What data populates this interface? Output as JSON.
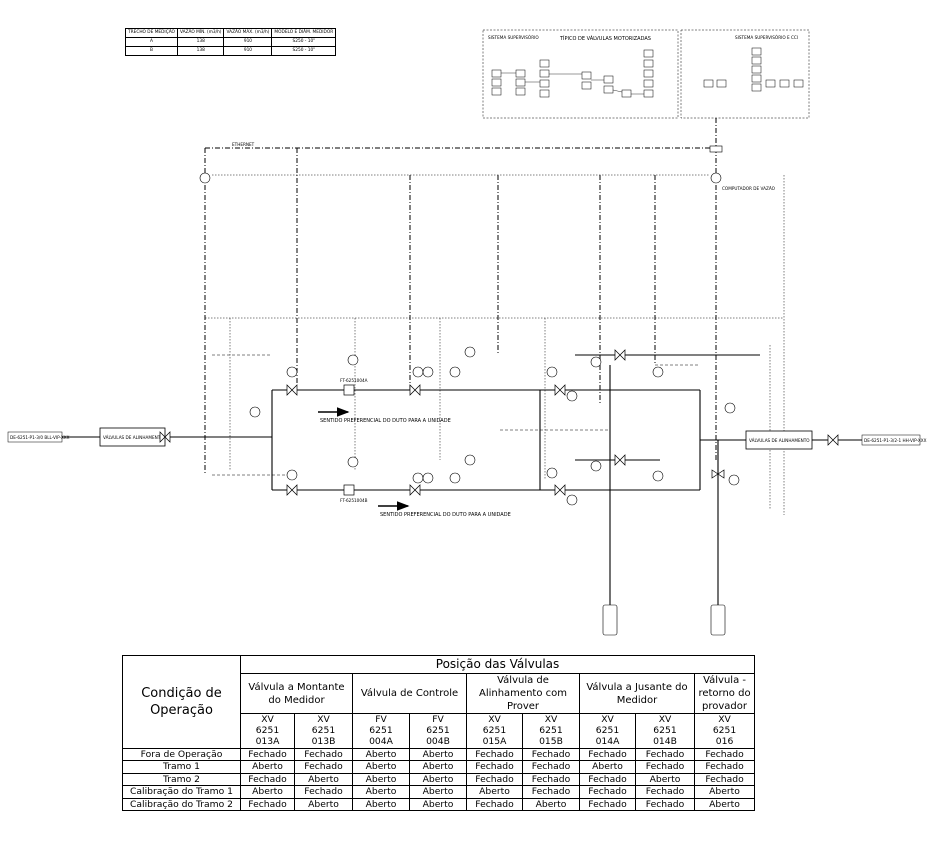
{
  "flow_table": {
    "headers": [
      "TRECHO DE MEDIÇÃO",
      "VAZÃO MÍN. (m3/h)",
      "VAZÃO MÁX. (m3/h)",
      "MODELO E DIÂM. MEDIDOR"
    ],
    "rows": [
      [
        "A",
        "138",
        "910",
        "S250 - 10\""
      ],
      [
        "B",
        "138",
        "910",
        "S250 - 10\""
      ]
    ]
  },
  "panels": {
    "left_title": "SISTEMA SUPERVISÓRIO",
    "center_title": "TÍPICO DE VÁLVULAS MOTORIZADAS",
    "right_title": "SISTEMA SUPERVISÓRIO E CCI"
  },
  "diagram_labels": {
    "inlet_line": "DE-6251-P1-3/0 BLL-VIP-XXX",
    "outlet_line": "DE-6251-P1-3/2-1 HH-VIP-XXX",
    "valves_left": "VÁLVULAS DE ALINHAMENTO",
    "valves_right": "VÁLVULAS DE ALINHAMENTO",
    "flow_dir_a": "SENTIDO PREFERENCIAL DO DUTO PARA A UNIDADE",
    "flow_dir_b": "SENTIDO PREFERENCIAL DO DUTO PARA A UNIDADE",
    "meter_a": "FT-6251004A",
    "meter_b": "FT-6251004B",
    "ethernet": "ETHERNET",
    "computador": "COMPUTADOR DE VAZÃO"
  },
  "valve_table": {
    "title": "Posição das Válvulas",
    "condition_header": "Condição de Operação",
    "groups": [
      {
        "label": "Válvula a Montante do Medidor",
        "tags": [
          [
            "XV",
            "6251",
            "013A"
          ],
          [
            "XV",
            "6251",
            "013B"
          ]
        ]
      },
      {
        "label": "Válvula de Controle",
        "tags": [
          [
            "FV",
            "6251",
            "004A"
          ],
          [
            "FV",
            "6251",
            "004B"
          ]
        ]
      },
      {
        "label": "Válvula de Alinhamento com Prover",
        "tags": [
          [
            "XV",
            "6251",
            "015A"
          ],
          [
            "XV",
            "6251",
            "015B"
          ]
        ]
      },
      {
        "label": "Válvula a Jusante do Medidor",
        "tags": [
          [
            "XV",
            "6251",
            "014A"
          ],
          [
            "XV",
            "6251",
            "014B"
          ]
        ]
      },
      {
        "label": "Válvula - retorno do provador",
        "tags": [
          [
            "XV",
            "6251",
            "016"
          ]
        ]
      }
    ],
    "rows": [
      {
        "condition": "Fora de Operação",
        "values": [
          "Fechado",
          "Fechado",
          "Aberto",
          "Aberto",
          "Fechado",
          "Fechado",
          "Fechado",
          "Fechado",
          "Fechado"
        ]
      },
      {
        "condition": "Tramo 1",
        "values": [
          "Aberto",
          "Fechado",
          "Aberto",
          "Aberto",
          "Fechado",
          "Fechado",
          "Aberto",
          "Fechado",
          "Fechado"
        ]
      },
      {
        "condition": "Tramo 2",
        "values": [
          "Fechado",
          "Aberto",
          "Aberto",
          "Aberto",
          "Fechado",
          "Fechado",
          "Fechado",
          "Aberto",
          "Fechado"
        ]
      },
      {
        "condition": "Calibração do Tramo 1",
        "values": [
          "Aberto",
          "Fechado",
          "Aberto",
          "Aberto",
          "Aberto",
          "Fechado",
          "Fechado",
          "Fechado",
          "Aberto"
        ]
      },
      {
        "condition": "Calibração do Tramo 2",
        "values": [
          "Fechado",
          "Aberto",
          "Aberto",
          "Aberto",
          "Fechado",
          "Aberto",
          "Fechado",
          "Fechado",
          "Aberto"
        ]
      }
    ]
  }
}
